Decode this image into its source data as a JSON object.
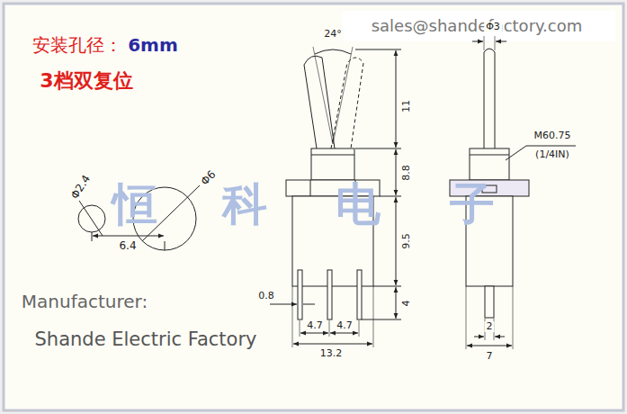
{
  "diagram": {
    "labels": [
      "sales@shandefactory.com",
      "安装孔径：",
      "6mm",
      "3档双复位",
      "Φ2.4",
      "Φ6",
      "6.4",
      "24°",
      "11",
      "8.8",
      "9.5",
      "4",
      "0.8",
      "4.7",
      "4.7",
      "13.2",
      "Φ3",
      "M60.75",
      "(1/4IN)",
      "2",
      "7",
      "恒",
      "科",
      "电",
      "子",
      "Manufacturer:",
      "Shande Electric Factory"
    ]
  }
}
